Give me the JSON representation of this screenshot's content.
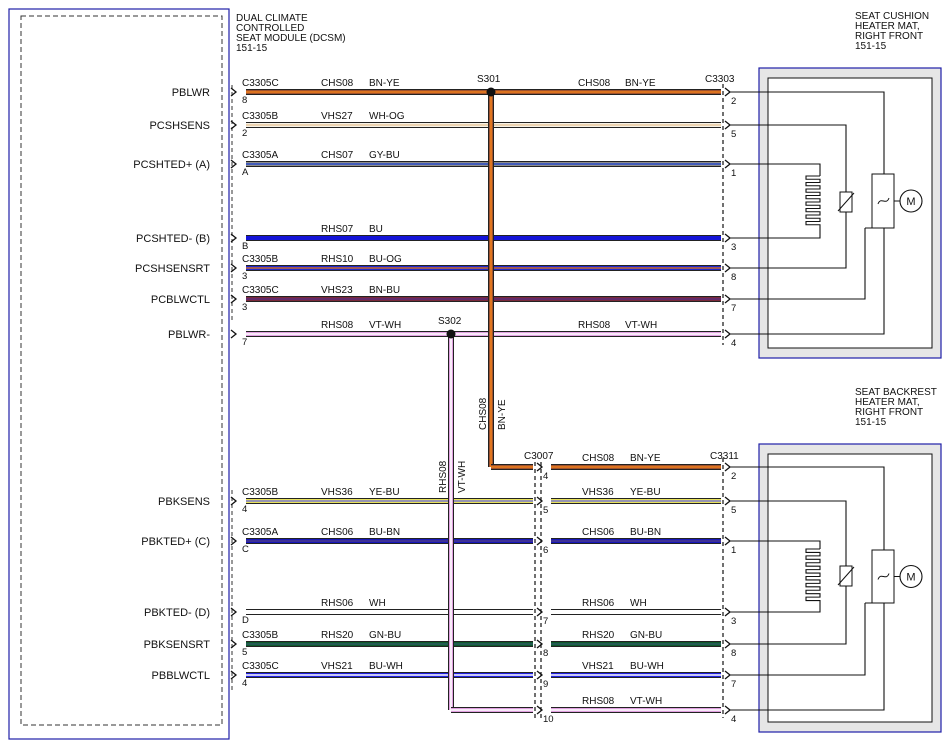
{
  "module": {
    "lines": [
      "DUAL CLIMATE",
      "CONTROLLED",
      "SEAT MODULE (DCSM)",
      "151-15"
    ]
  },
  "cushion": {
    "lines": [
      "SEAT CUSHION",
      "HEATER MAT,",
      "RIGHT FRONT",
      "151-15"
    ],
    "connector": "C3303",
    "motor_label": "M"
  },
  "backrest": {
    "lines": [
      "SEAT BACKREST",
      "HEATER MAT,",
      "RIGHT FRONT",
      "151-15"
    ],
    "connector": "C3311",
    "motor_label": "M"
  },
  "inline_connector": "C3007",
  "splices": [
    "S301",
    "S302"
  ],
  "colors": {
    "BN-YE": [
      "#a0522d",
      "#f07f1c"
    ],
    "WH-OG": [
      "#f7f1e4",
      "#e8c9a0"
    ],
    "GY-BU": [
      "#8c8c8c",
      "#2a4bc8"
    ],
    "BU": [
      "#1515d8",
      "#1515d8"
    ],
    "BU-OG": [
      "#1e28d0",
      "#c96a30"
    ],
    "BN-BU": [
      "#7b2a3a",
      "#5a2a7a"
    ],
    "VT-WH": [
      "#e0a0e0",
      "#ffffff"
    ],
    "YE-BU": [
      "#e8e25a",
      "#7a7ad0"
    ],
    "BU-BN": [
      "#1616b8",
      "#4a3a8a"
    ],
    "WH": [
      "#ffffff",
      "#ffffff"
    ],
    "GN-BU": [
      "#0e5a2c",
      "#2a5a60"
    ],
    "BU-WH": [
      "#2020e0",
      "#ffffff"
    ]
  },
  "circuits": [
    {
      "pin_name": "PBLWR",
      "conn": "C3305C",
      "mod_pin": "8",
      "circuit": "CHS08",
      "color": "BN-YE",
      "right_circuit": "CHS08",
      "right_color": "BN-YE",
      "end_pin": "2"
    },
    {
      "pin_name": "PCSHSENS",
      "conn": "C3305B",
      "mod_pin": "2",
      "circuit": "VHS27",
      "color": "WH-OG",
      "end_pin": "5"
    },
    {
      "pin_name": "PCSHTED+ (A)",
      "conn": "C3305A",
      "mod_pin": "A",
      "circuit": "CHS07",
      "color": "GY-BU",
      "end_pin": "1"
    },
    {
      "pin_name": "PCSHTED- (B)",
      "conn": "",
      "mod_pin": "B",
      "circuit": "RHS07",
      "color": "BU",
      "end_pin": "3"
    },
    {
      "pin_name": "PCSHSENSRT",
      "conn": "C3305B",
      "mod_pin": "3",
      "circuit": "RHS10",
      "color": "BU-OG",
      "end_pin": "8"
    },
    {
      "pin_name": "PCBLWCTL",
      "conn": "C3305C",
      "mod_pin": "3",
      "circuit": "VHS23",
      "color": "BN-BU",
      "end_pin": "7"
    },
    {
      "pin_name": "PBLWR-",
      "conn": "",
      "mod_pin": "7",
      "circuit": "RHS08",
      "color": "VT-WH",
      "right_circuit": "RHS08",
      "right_color": "VT-WH",
      "end_pin": "4"
    }
  ],
  "backrest_circuits": [
    {
      "pin_name": "PBKSENS",
      "conn": "C3305B",
      "mod_pin": "4",
      "circuit": "VHS36",
      "color": "YE-BU",
      "mid_pin": "5",
      "right_circuit": "VHS36",
      "right_color": "YE-BU",
      "end_pin": "5"
    },
    {
      "pin_name": "PBKTED+ (C)",
      "conn": "C3305A",
      "mod_pin": "C",
      "circuit": "CHS06",
      "color": "BU-BN",
      "mid_pin": "6",
      "right_circuit": "CHS06",
      "right_color": "BU-BN",
      "end_pin": "1"
    },
    {
      "pin_name": "PBKTED- (D)",
      "conn": "",
      "mod_pin": "D",
      "circuit": "RHS06",
      "color": "WH",
      "mid_pin": "7",
      "right_circuit": "RHS06",
      "right_color": "WH",
      "end_pin": "3"
    },
    {
      "pin_name": "PBKSENSRT",
      "conn": "C3305B",
      "mod_pin": "5",
      "circuit": "RHS20",
      "color": "GN-BU",
      "mid_pin": "8",
      "right_circuit": "RHS20",
      "right_color": "GN-BU",
      "end_pin": "8"
    },
    {
      "pin_name": "PBBLWCTL",
      "conn": "C3305C",
      "mod_pin": "4",
      "circuit": "VHS21",
      "color": "BU-WH",
      "mid_pin": "9",
      "right_circuit": "VHS21",
      "right_color": "BU-WH",
      "end_pin": "7"
    }
  ],
  "feed_to_backrest": {
    "mid_pin": "4",
    "circuit": "CHS08",
    "color": "BN-YE",
    "end_pin": "2"
  },
  "return_from_backrest": {
    "mid_pin": "10",
    "circuit": "RHS08",
    "color": "VT-WH",
    "end_pin": "4"
  },
  "vertical_labels": {
    "s301_drop": [
      "CHS08",
      "BN-YE"
    ],
    "s302_drop": [
      "RHS08",
      "VT-WH"
    ]
  }
}
